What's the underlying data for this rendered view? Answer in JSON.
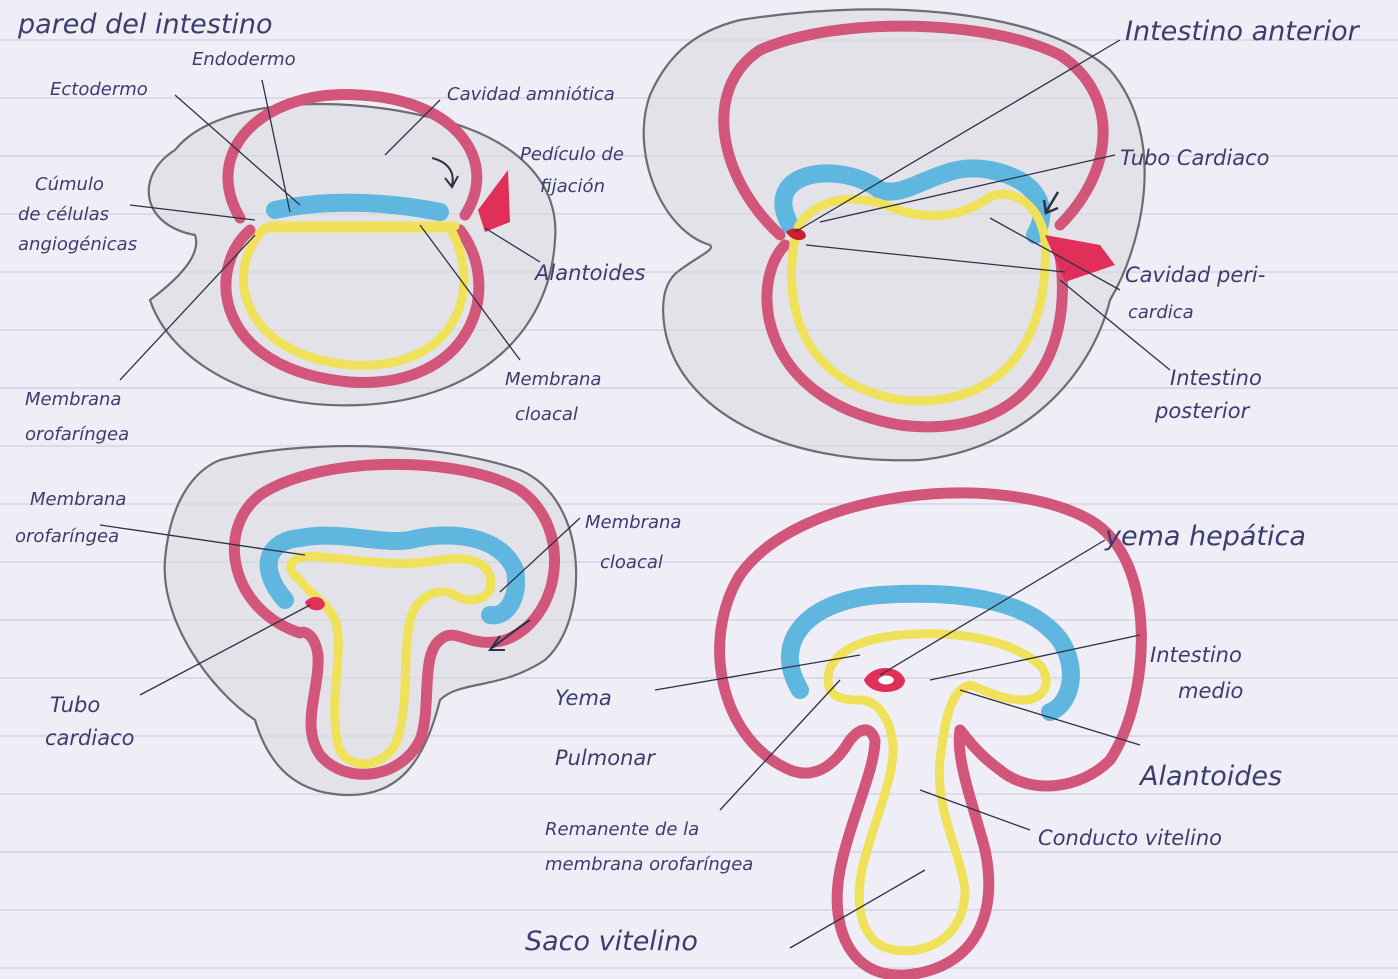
{
  "labels": {
    "pared_intestino": "pared del intestino",
    "endodermo": "Endodermo",
    "ectodermo": "Ectodermo",
    "cavidad_amniotica": "Cavidad amniótica",
    "pediculo_1": "Pedículo de",
    "pediculo_2": "fijación",
    "cumulo_1": "Cúmulo",
    "cumulo_2": "de células",
    "cumulo_3": "angiogénicas",
    "alantoides_a": "Alantoides",
    "membrana_cloacal_a_1": "Membrana",
    "membrana_cloacal_a_2": "cloacal",
    "membrana_oro_a_1": "Membrana",
    "membrana_oro_a_2": "orofaríngea",
    "intestino_anterior": "Intestino anterior",
    "tubo_cardiaco_b": "Tubo Cardiaco",
    "cavidad_peri_1": "Cavidad peri-",
    "cavidad_peri_2": "cardica",
    "intestino_posterior_1": "Intestino",
    "intestino_posterior_2": "posterior",
    "membrana_oro_c_1": "Membrana",
    "membrana_oro_c_2": "orofaríngea",
    "membrana_cloacal_c_1": "Membrana",
    "membrana_cloacal_c_2": "cloacal",
    "tubo_cardiaco_c_1": "Tubo",
    "tubo_cardiaco_c_2": "cardiaco",
    "yema_hepatica": "yema hepática",
    "intestino_medio_1": "Intestino",
    "intestino_medio_2": "medio",
    "yema_pulmonar_1": "Yema",
    "yema_pulmonar_2": "Pulmonar",
    "alantoides_d": "Alantoides",
    "conducto_vitelino": "Conducto vitelino",
    "remanente_1": "Remanente de la",
    "remanente_2": "membrana orofaríngea",
    "saco_vitelino": "Saco vitelino"
  },
  "colors": {
    "ectoderm_pink": "#d2567a",
    "endoderm_yellow": "#efe15a",
    "mesoderm_blue": "#5fb6de",
    "pencil_gray": "#6c6c72",
    "ink_blue": "#3c3d6e",
    "paper": "#efeef6"
  }
}
